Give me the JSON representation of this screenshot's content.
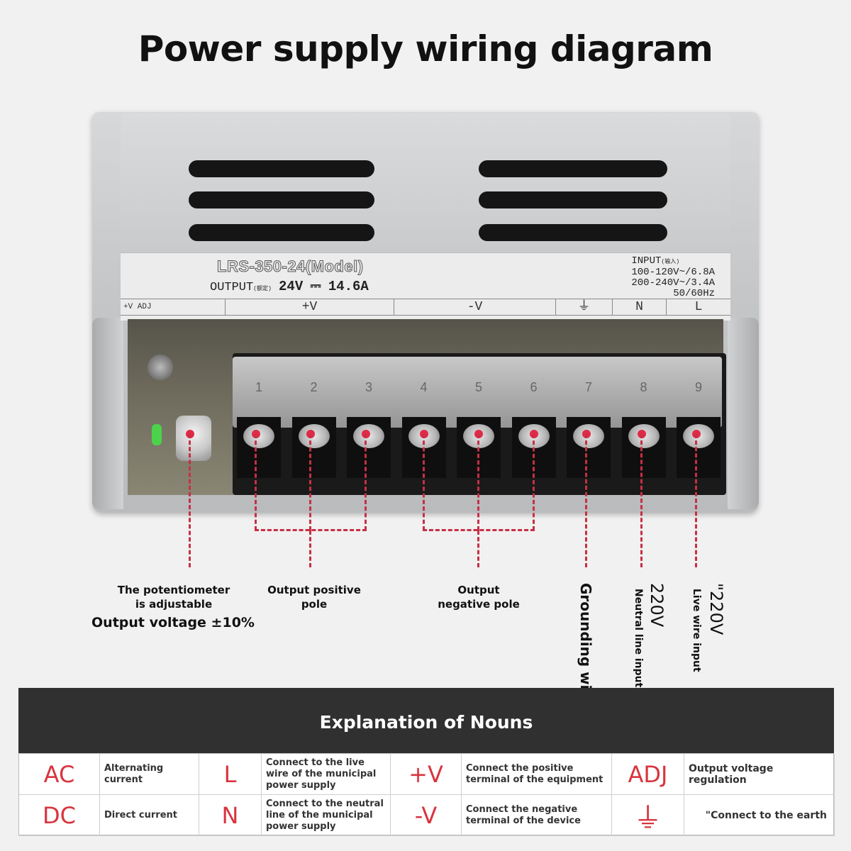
{
  "title": "Power supply wiring diagram",
  "device": {
    "model": "LRS-350-24(Model)",
    "output_label": "OUTPUT",
    "output_small": "(额定)",
    "output_voltage": "24V",
    "dc_symbol": "⎓",
    "output_current": "14.6A",
    "input_label": "INPUT",
    "input_small": "(输入)",
    "input_lines": [
      "100-120V~/6.8A",
      "200-240V~/3.4A",
      "50/60Hz"
    ],
    "terminal_labels": [
      "+V ADJ",
      "+V",
      "-V",
      "⏚",
      "N",
      "L"
    ],
    "terminal_numbers": [
      "1",
      "2",
      "3",
      "4",
      "5",
      "6",
      "7",
      "8",
      "9"
    ]
  },
  "callouts": {
    "potentiometer_line1": "The potentiometer",
    "potentiometer_line2": "is adjustable",
    "output_voltage": "Output voltage ±10%",
    "positive_line1": "Output positive",
    "positive_line2": "pole",
    "negative_line1": "Output",
    "negative_line2": "negative pole",
    "grounding": "Grounding wire",
    "neutral_voltage": "220V",
    "neutral_text": "Neutral line input",
    "live_voltage": "\"220V",
    "live_text": "Live wire input"
  },
  "nouns": {
    "header": "Explanation of Nouns",
    "rows": [
      [
        {
          "sym": "AC",
          "desc": "Alternating current"
        },
        {
          "sym": "L",
          "desc": "Connect to the live wire of the municipal power supply"
        },
        {
          "sym": "+V",
          "desc": "Connect the positive terminal of the equipment"
        },
        {
          "sym": "ADJ",
          "desc": "Output voltage regulation"
        }
      ],
      [
        {
          "sym": "DC",
          "desc": "Direct current"
        },
        {
          "sym": "N",
          "desc": "Connect to the neutral line of the municipal power supply"
        },
        {
          "sym": "-V",
          "desc": "Connect the negative terminal of the device"
        },
        {
          "sym": "⏚",
          "desc": "\"Connect to the earth"
        }
      ]
    ]
  },
  "colors": {
    "callout_line": "#c72f45",
    "symbol": "#d8353f",
    "header_bg": "#303030"
  }
}
